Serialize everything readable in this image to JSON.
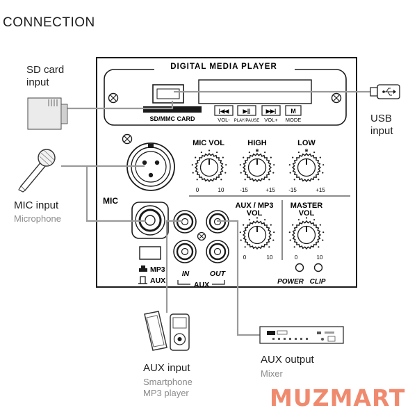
{
  "title": "CONNECTION",
  "panel": {
    "header": "DIGITAL MEDIA PLAYER",
    "sd_slot": "SD/MMC CARD",
    "buttons": [
      {
        "symbol": "|◀◀",
        "label": "VOL-"
      },
      {
        "symbol": "▶||",
        "label": "PLAY/PAUSE"
      },
      {
        "symbol": "▶▶|",
        "label": "VOL+"
      },
      {
        "symbol": "M",
        "label": "MODE"
      }
    ],
    "mic_label": "MIC",
    "switch_labels": [
      "MP3",
      "AUX"
    ],
    "knobs": {
      "mic_vol": {
        "title": "MIC VOL",
        "min": "0",
        "max": "10"
      },
      "high": {
        "title": "HIGH",
        "center": "0",
        "min": "-15",
        "max": "+15"
      },
      "low": {
        "title": "LOW",
        "center": "0",
        "min": "-15",
        "max": "+15"
      },
      "aux_vol": {
        "title_line1": "AUX / MP3",
        "title_line2": "VOL",
        "min": "0",
        "max": "10"
      },
      "master_vol": {
        "title_line1": "MASTER",
        "title_line2": "VOL",
        "min": "0",
        "max": "10"
      }
    },
    "aux_in": "IN",
    "aux_out": "OUT",
    "aux_label": "AUX",
    "leds": [
      "POWER",
      "CLIP"
    ]
  },
  "callouts": {
    "sd": {
      "line1": "SD card",
      "line2": "input"
    },
    "usb": "USB input",
    "mic": {
      "label": "MIC input",
      "sub": "Microphone"
    },
    "aux_in": {
      "label": "AUX input",
      "sub1": "Smartphone",
      "sub2": "MP3 player"
    },
    "aux_out": {
      "label": "AUX output",
      "sub": "Mixer"
    }
  },
  "brand": "MUZMART"
}
